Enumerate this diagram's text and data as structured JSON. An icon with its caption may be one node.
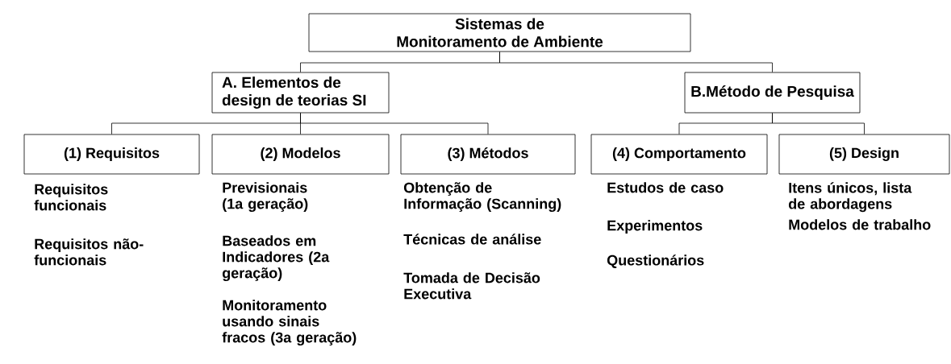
{
  "diagram": {
    "nodes": [
      {
        "text": [
          "Sistemas de Monitoramento de Ambiente"
        ]
      },
      {
        "text": [
          "A. Elementos de design de teorias SI"
        ]
      },
      {
        "text": [
          "B.Método de Pesquisa"
        ]
      },
      {
        "text": [
          "(1) Requisitos"
        ],
        "beside": [
          "Requisitos funcionais",
          "Requisitos não-funcionais"
        ]
      },
      {
        "text": [
          "(2) Modelos"
        ],
        "beside": [
          "Previsionais (1a geração)",
          "Baseados em Indicadores (2a geração)",
          "Monitoramento usando sinais fracos (3a geração)"
        ]
      },
      {
        "text": [
          "(3) Métodos"
        ],
        "beside": [
          "Obtenção de Informação (Scanning)",
          "Técnicas de análise",
          "Tomada de Decisão Executiva"
        ]
      },
      {
        "text": [
          "(4) Comportamento"
        ],
        "beside": [
          "Estudos de caso",
          "Experimentos",
          "Questionários"
        ]
      },
      {
        "text": [
          "(5) Design"
        ],
        "beside": [
          "Itens únicos, lista de abordagens",
          "Modelos de trabalho"
        ]
      }
    ],
    "edges": [
      {
        "from": 0,
        "to": 1,
        "arrow": "none"
      },
      {
        "from": 0,
        "to": 2,
        "arrow": "none"
      },
      {
        "from": 1,
        "to": 3,
        "arrow": "none"
      },
      {
        "from": 1,
        "to": 4,
        "arrow": "none"
      },
      {
        "from": 1,
        "to": 5,
        "arrow": "none"
      },
      {
        "from": 2,
        "to": 6,
        "arrow": "none"
      },
      {
        "from": 2,
        "to": 7,
        "arrow": "none"
      }
    ]
  }
}
